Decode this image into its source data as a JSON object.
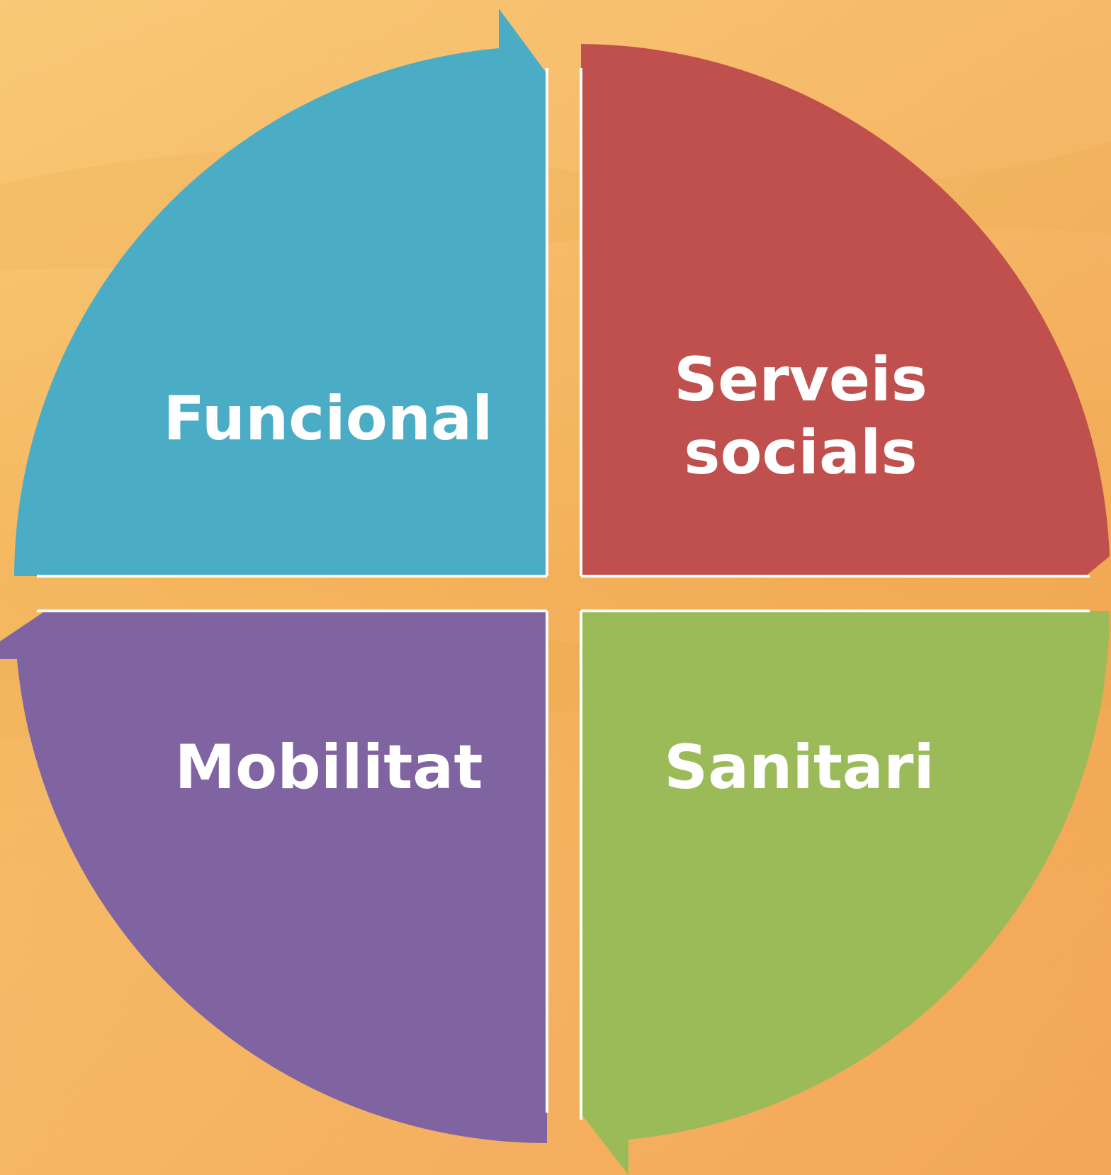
{
  "colors": {
    "background_light": "#f8c46a",
    "background_dark": "#f2a24f",
    "funcional": "#4bacc6",
    "serveis_socials": "#c0504d",
    "sanitari": "#9bbb59",
    "mobilitat": "#8064a2",
    "text": "#ffffff"
  },
  "segments": {
    "funcional": {
      "label": "Funcional"
    },
    "serveis_socials": {
      "line1": "Serveis",
      "line2": "socials"
    },
    "sanitari": {
      "label": "Sanitari"
    },
    "mobilitat": {
      "label": "Mobilitat"
    }
  }
}
